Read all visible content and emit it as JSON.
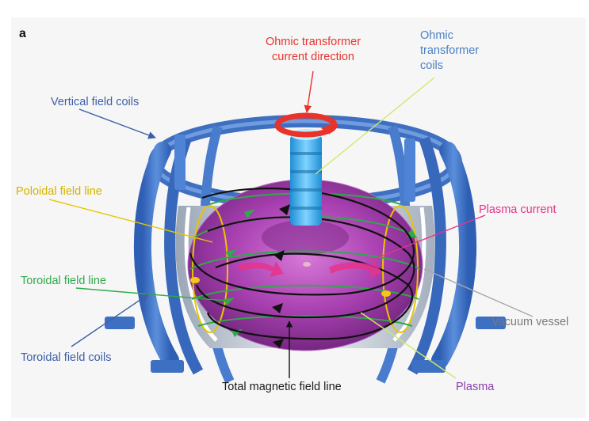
{
  "panel_letter": "a",
  "labels": {
    "ohmic_direction": [
      "Ohmic transformer",
      "current direction"
    ],
    "ohmic_coils": [
      "Ohmic",
      "transformer",
      "coils"
    ],
    "vertical_coils": "Vertical field coils",
    "poloidal_line": "Poloidal field line",
    "plasma_current": "Plasma current",
    "toroidal_line": "Toroidal field line",
    "vacuum_vessel": "Vacuum vessel",
    "toroidal_coils": "Toroidal field coils",
    "total_field_line": "Total magnetic field line",
    "plasma": "Plasma"
  },
  "colors": {
    "ohmic_direction": "#e8332a",
    "ohmic_coils": "#4a80c4",
    "vertical_coils": "#3d5fa8",
    "poloidal_line": "#e8c400",
    "plasma_current": "#e6338c",
    "toroidal_line": "#2daa4a",
    "vacuum_vessel": "#7a7a7a",
    "toroidal_coils": "#3d5fa8",
    "total_field_line": "#1a1a1a",
    "plasma": "#8a3fae"
  }
}
